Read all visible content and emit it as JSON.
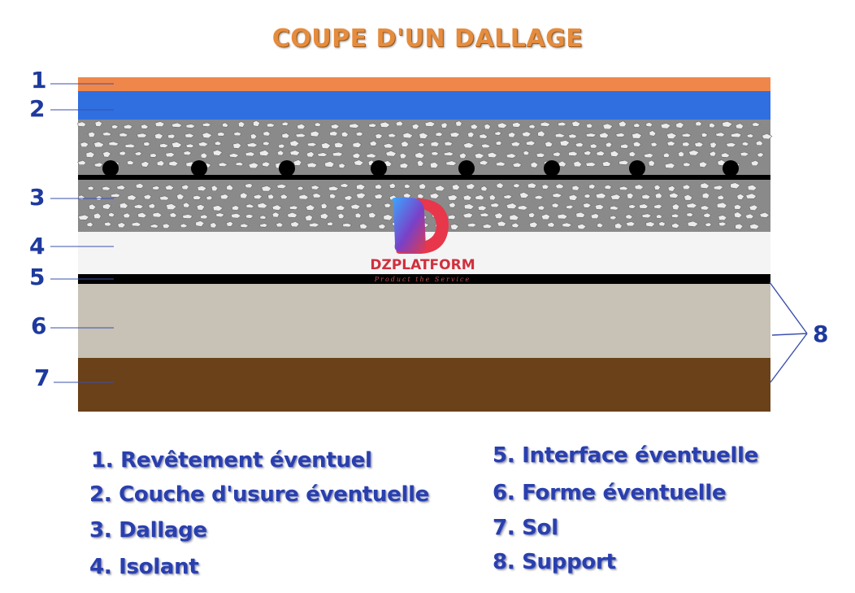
{
  "title": "COUPE D'UN DALLAGE",
  "colors": {
    "revetement": "#f0874a",
    "usure": "#2f6fe0",
    "dallage": "#8a8a8a",
    "isolant": "#f4f4f4",
    "interface": "#000000",
    "forme": "#c7c2b5",
    "sol": "#6a4118",
    "label": "#1e3a9e"
  },
  "layer_numbers": [
    "1",
    "2",
    "3",
    "4",
    "5",
    "6",
    "7"
  ],
  "support_number": "8",
  "legend": {
    "left": [
      "1. Revêtement éventuel",
      "2. Couche d'usure éventuelle",
      "3. Dallage",
      "4. Isolant"
    ],
    "right": [
      "5. Interface éventuelle",
      "6. Forme éventuelle",
      "7. Sol",
      "8. Support"
    ]
  },
  "watermark": {
    "brand": "DZPLATFORM",
    "tagline": "Product the Service"
  }
}
